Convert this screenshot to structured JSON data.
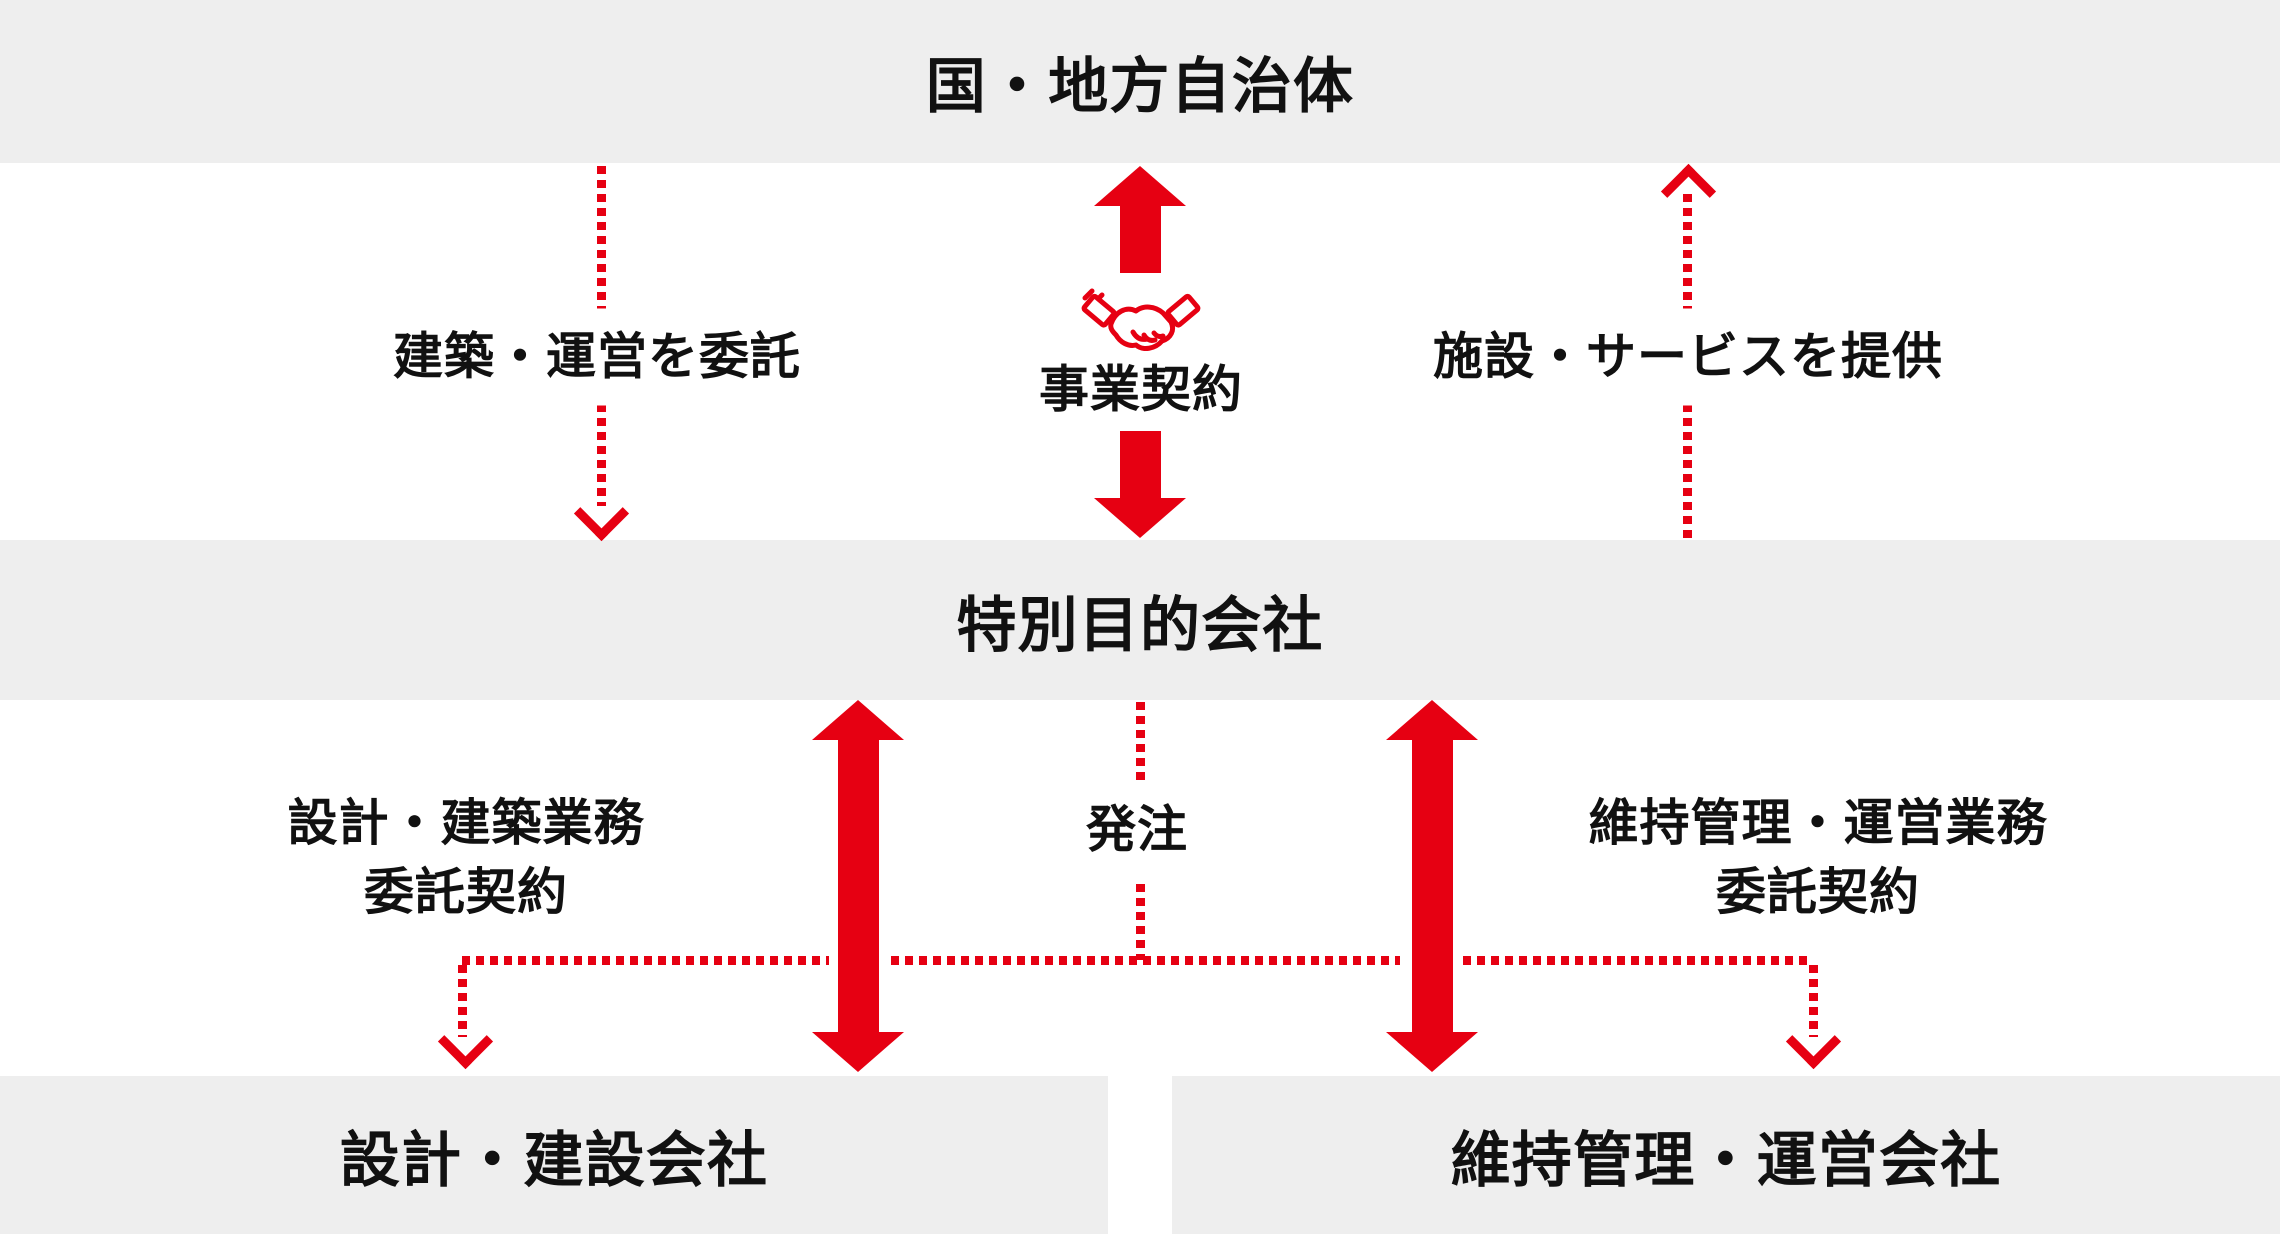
{
  "colors": {
    "accent_red": "#e60012",
    "band_gray": "#eeeeee",
    "text": "#111111"
  },
  "nodes": {
    "government": {
      "label": "国・地方自治体"
    },
    "spc": {
      "label": "特別目的会社"
    },
    "design_co": {
      "label": "設計・建設会社"
    },
    "maintain_co": {
      "label": "維持管理・運営会社"
    }
  },
  "edges": {
    "entrust": {
      "label": "建築・運営を委託",
      "style": "dotted-arrow-down"
    },
    "contract": {
      "label": "事業契約",
      "icon": "handshake-icon",
      "style": "solid-double-arrow"
    },
    "provide": {
      "label": "施設・サービスを提供",
      "style": "dotted-arrow-up"
    },
    "design_contract": {
      "label_line1": "設計・建築業務",
      "label_line2": "委託契約",
      "style": "solid-double-arrow"
    },
    "order": {
      "label": "発注",
      "style": "dotted-arrow-down-branching"
    },
    "maintain_contract": {
      "label_line1": "維持管理・運営業務",
      "label_line2": "委託契約",
      "style": "solid-double-arrow"
    }
  }
}
